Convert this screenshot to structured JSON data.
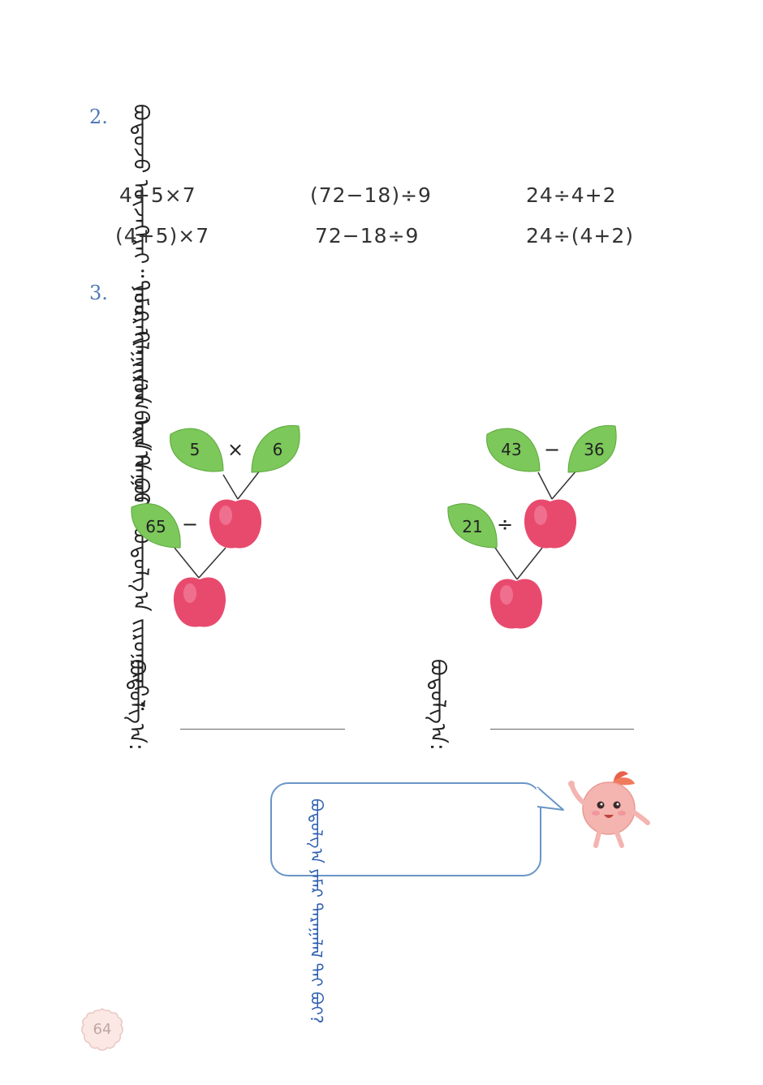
{
  "q2": {
    "number": "2.",
    "instruction": "ᠪᠣᠳᠣᠵᠤ ᠦᠵᠡᠭᠡᠷᠡᠢ᠃ ᠶᠠᠮᠠᠷ ᠢᠯᠭᠠᠭ᠎ᠠ ᠪᠠᠢᠨ᠎ᠠ ᠪᠣᠢ?",
    "expressions": [
      [
        "4+5×7",
        "(72−18)÷9",
        "24÷4+2"
      ],
      [
        "(4+5)×7",
        "72−18÷9",
        "24÷(4+2)"
      ]
    ]
  },
  "q3": {
    "number": "3.",
    "instruction": "ᠳᠣᠣᠷᠠᠬᠢ ᠵᠢᠷᠤᠭ ᠤᠨ ᠳᠠᠭᠠᠤ᠃ ᠪᠣᠳᠣᠯᠭ᠎ᠠ ᠵᠢᠷᠤᠭᠠᠷᠠᠢ᠃",
    "tree_left": {
      "leaf_a": "5",
      "op_top": "×",
      "leaf_b": "6",
      "leaf_c": "65",
      "op_mid": "−"
    },
    "tree_right": {
      "leaf_a": "43",
      "op_top": "−",
      "leaf_b": "36",
      "leaf_c": "21",
      "op_mid": "÷"
    },
    "answer_label": "ᠪᠣᠳᠣᠯᠭ᠎ᠠ:"
  },
  "bubble": {
    "text": "ᠪᠣᠳᠣᠯᠭ᠎ᠠ ᠶᠠᠮᠠᠷ ᠳᠠᠷᠠᠭᠠᠯᠠᠯ ᠲᠠᠢ ᠪᠣᠢ?"
  },
  "page": {
    "number": "64"
  },
  "colors": {
    "apple": "#e84a6e",
    "leaf": "#7cc85a",
    "qnum": "#4f79b8",
    "bubble_border": "#6a95c6"
  }
}
